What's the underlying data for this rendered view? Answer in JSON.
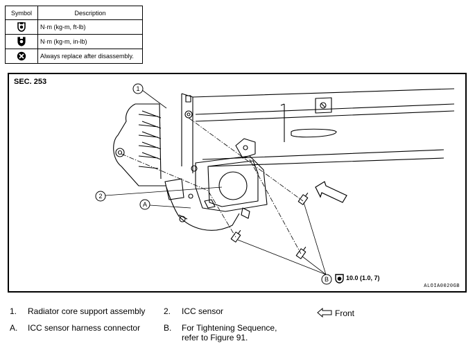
{
  "legend": {
    "header_symbol": "Symbol",
    "header_description": "Description",
    "rows": [
      {
        "icon": "torque-nm-kgm-ftlb-icon",
        "text": "N·m (kg-m, ft-lb)"
      },
      {
        "icon": "torque-nm-kgm-inlb-icon",
        "text": "N·m (kg-m, in-lb)"
      },
      {
        "icon": "replace-part-icon",
        "text": "Always replace after disassembly."
      }
    ]
  },
  "diagram": {
    "section": "SEC. 253",
    "callouts": {
      "one": "1",
      "two": "2",
      "a": "A",
      "b": "B"
    },
    "torque": "10.0 (1.0, 7)",
    "code": "ALOIA0020GB"
  },
  "footnotes": {
    "item1_num": "1.",
    "item1_text": "Radiator core support assembly",
    "item2_num": "2.",
    "item2_text": "ICC sensor",
    "front": "Front",
    "itemA_num": "A.",
    "itemA_text": "ICC sensor harness connector",
    "itemB_num": "B.",
    "itemB_line1": "For Tightening Sequence,",
    "itemB_line2": "refer to Figure 91."
  }
}
